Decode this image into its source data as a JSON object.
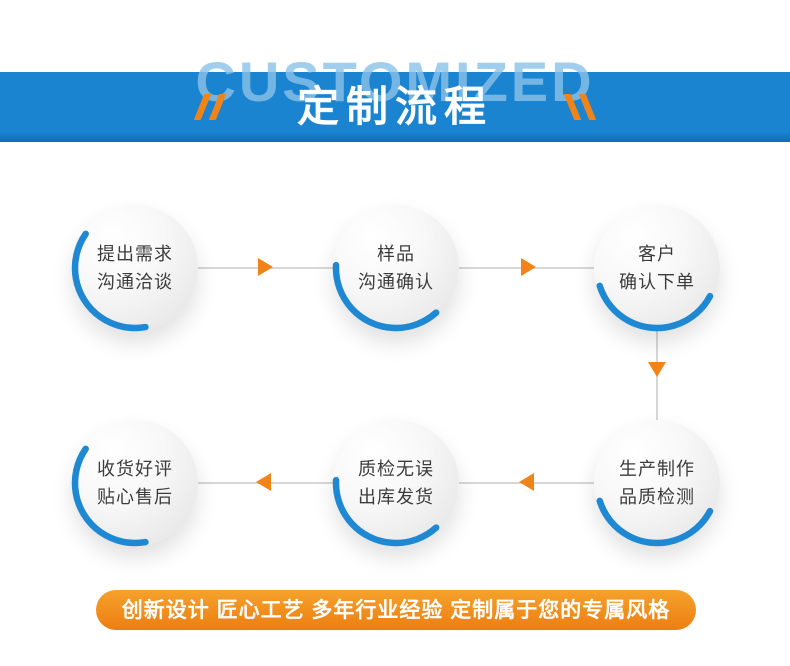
{
  "header": {
    "watermark": "CUSTOMIZED",
    "title": "定制流程"
  },
  "steps": [
    {
      "lines": [
        "提出需求",
        "沟通洽谈"
      ]
    },
    {
      "lines": [
        "样品",
        "沟通确认"
      ]
    },
    {
      "lines": [
        "客户",
        "确认下单"
      ]
    },
    {
      "lines": [
        "生产制作",
        "品质检测"
      ]
    },
    {
      "lines": [
        "质检无误",
        "出库发货"
      ]
    },
    {
      "lines": [
        "收货好评",
        "贴心售后"
      ]
    }
  ],
  "footer": {
    "text": "创新设计 匠心工艺 多年行业经验 定制属于您的专属风格"
  },
  "colors": {
    "blue": "#1a84d1",
    "orange": "#f08419",
    "arc": "#1e88d2",
    "watermark": "#8cc2e9"
  }
}
